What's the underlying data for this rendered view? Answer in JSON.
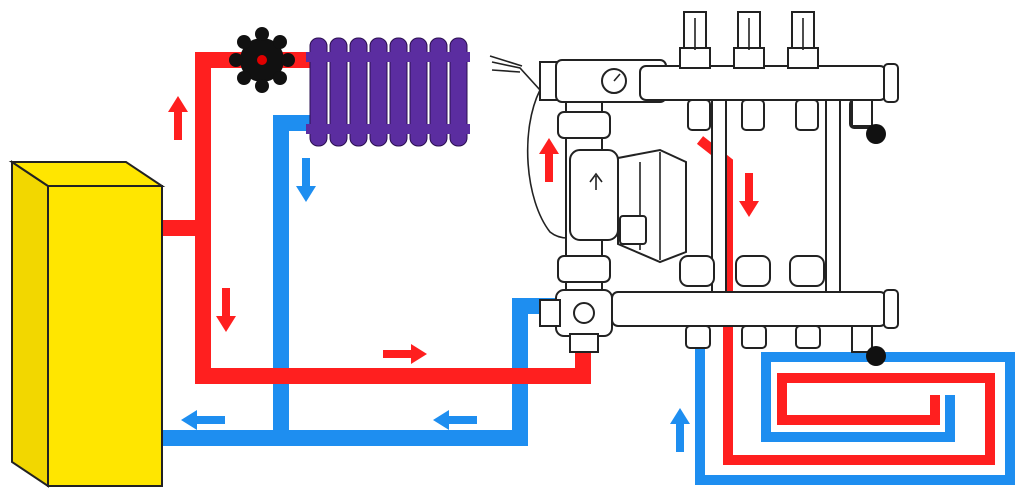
{
  "colors": {
    "supply": "#ff1f1f",
    "return": "#1e8ef0",
    "boiler_face": "#ffe600",
    "boiler_side": "#f2d700",
    "radiator": "#5b2da0",
    "valve": "#111111",
    "valve_dot": "#e00000",
    "outline": "#222222"
  },
  "components": {
    "boiler": "boiler",
    "radiator": "radiator",
    "shutoff_valve": "valve-knob",
    "pump": "circulation-pump",
    "mixing_valve": "three-way-mixing-valve",
    "supply_manifold": "supply-manifold",
    "return_manifold": "return-manifold",
    "flow_meters": 3,
    "floor_loop": "underfloor-heating-loop"
  },
  "flow_arrows": [
    {
      "id": "boiler-riser",
      "direction": "up",
      "color": "supply"
    },
    {
      "id": "radiator-return",
      "direction": "down",
      "color": "return"
    },
    {
      "id": "boiler-supply-down",
      "direction": "down",
      "color": "supply"
    },
    {
      "id": "supply-to-mixer",
      "direction": "right",
      "color": "supply"
    },
    {
      "id": "return-to-boiler",
      "direction": "left",
      "color": "return"
    },
    {
      "id": "mixer-return",
      "direction": "left",
      "color": "return"
    },
    {
      "id": "pump-up",
      "direction": "up",
      "color": "supply"
    },
    {
      "id": "manifold-down",
      "direction": "down",
      "color": "supply"
    },
    {
      "id": "loop-return-up",
      "direction": "up",
      "color": "return"
    }
  ]
}
